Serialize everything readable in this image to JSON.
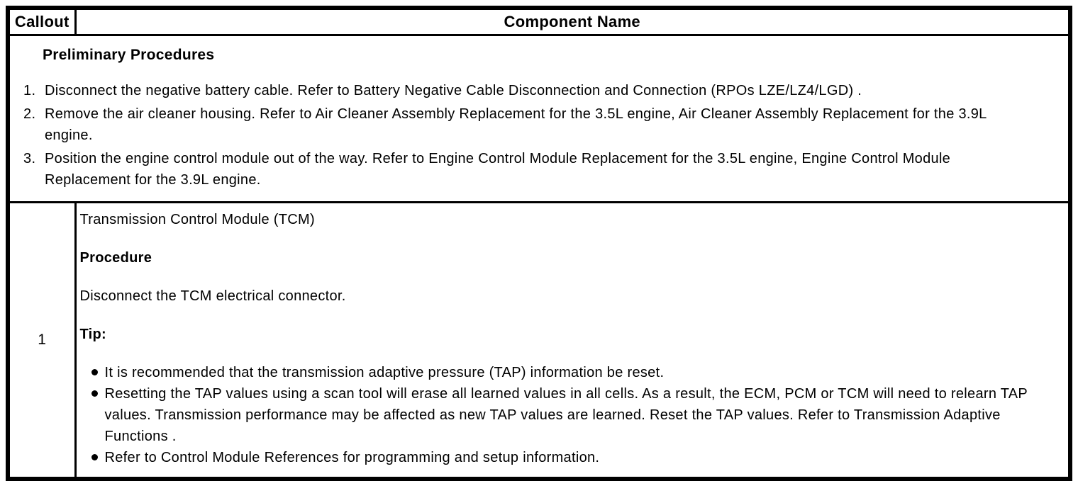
{
  "table": {
    "header": {
      "callout": "Callout",
      "component_name": "Component Name"
    },
    "preliminary": {
      "heading": "Preliminary Procedures",
      "steps": [
        "Disconnect the negative battery cable. Refer to Battery Negative Cable Disconnection and Connection (RPOs LZE/LZ4/LGD) .",
        "Remove the air cleaner housing. Refer to Air Cleaner Assembly Replacement for the 3.5L engine, Air Cleaner Assembly Replacement for the 3.9L engine.",
        "Position the engine control module out of the way. Refer to Engine Control Module Replacement for the 3.5L engine, Engine Control Module Replacement for the 3.9L engine."
      ]
    },
    "rows": [
      {
        "callout": "1",
        "component": "Transmission Control Module (TCM)",
        "procedure_heading": "Procedure",
        "procedure_text": "Disconnect the TCM electrical connector.",
        "tip_heading": "Tip:",
        "tips": [
          "It is recommended that the transmission adaptive pressure (TAP) information be reset.",
          "Resetting the TAP values using a scan tool will erase all learned values in all cells. As a result, the ECM, PCM or TCM will need to relearn TAP values. Transmission performance may be affected as new TAP values are learned. Reset the TAP values. Refer to Transmission Adaptive Functions .",
          "Refer to Control Module References for programming and setup information."
        ]
      }
    ],
    "colors": {
      "border": "#000000",
      "text": "#000000",
      "background": "#ffffff"
    }
  }
}
